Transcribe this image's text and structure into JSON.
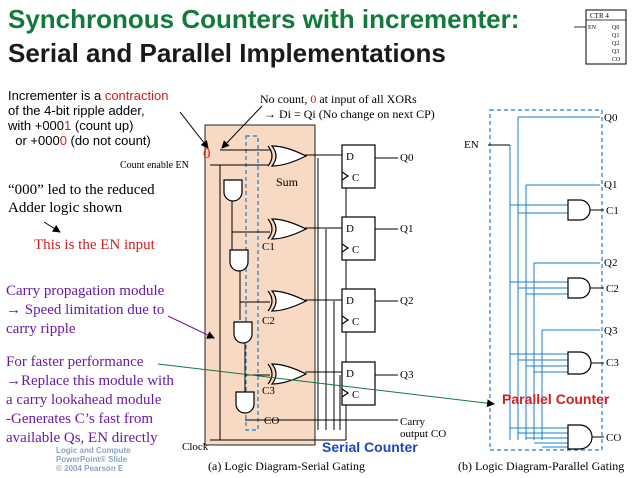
{
  "slide": {
    "title_line1": "Synchronous Counters with incrementer:",
    "title_line2": "Serial and Parallel Implementations",
    "colors": {
      "title_green": "#127a3a",
      "note_red": "#d21e1e",
      "note_purple": "#6a1aa6",
      "label_blue": "#1f45c4",
      "highlight_fill": "#f7d9c4",
      "wire_blue": "#1a7fd0"
    }
  },
  "ctr_icon": {
    "label": "CTR 4",
    "en": "EN",
    "outputs": [
      "Q0",
      "Q1",
      "Q2",
      "Q3",
      "CO"
    ]
  },
  "notes": {
    "inc_l1_a": "Incrementer is a ",
    "inc_l1_b": "contraction",
    "inc_l2": "of the 4-bit ripple adder,",
    "inc_l3_a": "with +000",
    "inc_l3_b": "1",
    "inc_l3_c": " (count up)",
    "inc_l4_a": "  or +000",
    "inc_l4_b": "0",
    "inc_l4_c": " (do not count)",
    "nocount_l1_a": "No count, ",
    "nocount_l1_b": "0",
    "nocount_l1_c": " at input of all XORs",
    "nocount_l2": "→  Di = Qi (No change on next CP)",
    "reduced_l1": "“000” led to the reduced",
    "reduced_l2": "Adder logic shown",
    "en_input": "This is the EN input",
    "carry_l1": "Carry propagation module",
    "carry_l2": "→ Speed limitation due to",
    "carry_l3": "carry ripple",
    "faster_l1": "For faster performance",
    "faster_l2": "→Replace this module with",
    "faster_l3": "a carry lookahead module",
    "faster_l4": "-Generates C’s fast from",
    "faster_l5": "available Qs, EN directly",
    "zero_marker": "0"
  },
  "serial": {
    "count_enable": "Count enable EN",
    "sum": "Sum",
    "carries": [
      "C1",
      "C2",
      "C3"
    ],
    "co": "CO",
    "ff_d": "D",
    "ff_c": "C",
    "outputs": [
      "Q0",
      "Q1",
      "Q2",
      "Q3"
    ],
    "carry_out_l1": "Carry",
    "carry_out_l2": "output CO",
    "clock": "Clock",
    "label": "Serial Counter",
    "caption": "(a) Logic Diagram-Serial Gating"
  },
  "parallel": {
    "en": "EN",
    "outputs": [
      "Q0",
      "Q1",
      "C1",
      "Q2",
      "C2",
      "Q3",
      "C3",
      "CO"
    ],
    "label": "Parallel Counter",
    "caption": "(b) Logic Diagram-Parallel Gating"
  },
  "watermark": {
    "l1": "Logic and Compute",
    "l2": "PowerPoint® Slide",
    "l3": "© 2004 Pearson E"
  }
}
